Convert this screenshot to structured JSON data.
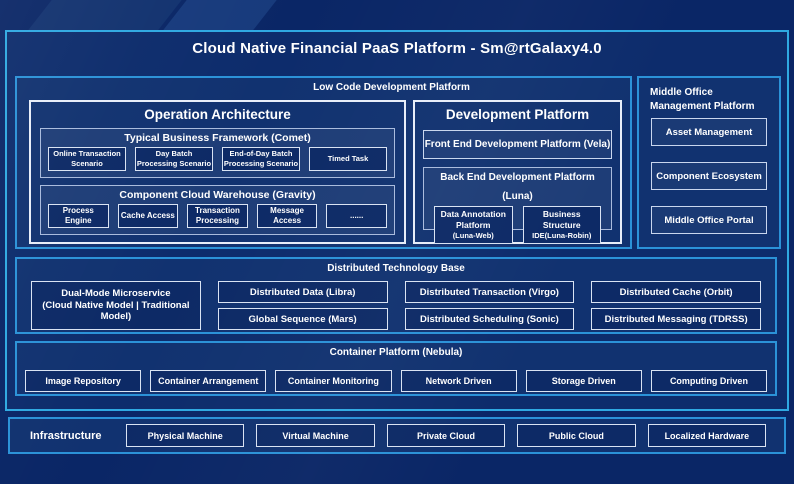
{
  "title": "Cloud Native Financial PaaS Platform - Sm@rtGalaxy4.0",
  "low_code_platform": {
    "label": "Low Code Development Platform",
    "operation_architecture": {
      "title": "Operation Architecture",
      "typical_business_framework": {
        "title": "Typical Business Framework (Comet)",
        "items": [
          "Online Transaction Scenario",
          "Day Batch Processing Scenario",
          "End-of-Day Batch Processing Scenario",
          "Timed Task"
        ]
      },
      "component_cloud_warehouse": {
        "title": "Component Cloud Warehouse (Gravity)",
        "items": [
          "Process Engine",
          "Cache Access",
          "Transaction Processing",
          "Message Access",
          "......"
        ]
      }
    },
    "development_platform": {
      "title": "Development Platform",
      "front_end": {
        "label": "Front End Development Platform (Vela)"
      },
      "back_end": {
        "title": "Back End Development Platform (Luna)",
        "items": [
          {
            "lines": [
              "Data Annotation",
              "Platform",
              "(Luna-Web)"
            ]
          },
          {
            "lines": [
              "Business",
              "Structure",
              "IDE(Luna-Robin)"
            ]
          }
        ]
      }
    }
  },
  "middle_office": {
    "title": "Middle Office Management Platform",
    "items": [
      "Asset Management",
      "Component Ecosystem",
      "Middle Office Portal"
    ]
  },
  "distributed_base": {
    "title": "Distributed Technology Base",
    "dual_mode": {
      "lines": [
        "Dual-Mode Microservice",
        "(Cloud Native Model | Traditional",
        "Model)"
      ]
    },
    "columns": [
      [
        "Distributed Data (Libra)",
        "Global Sequence (Mars)"
      ],
      [
        "Distributed Transaction (Virgo)",
        "Distributed Scheduling (Sonic)"
      ],
      [
        "Distributed Cache (Orbit)",
        "Distributed Messaging (TDRSS)"
      ]
    ]
  },
  "container_platform": {
    "title": "Container Platform (Nebula)",
    "items": [
      "Image Repository",
      "Container Arrangement",
      "Container Monitoring",
      "Network Driven",
      "Storage Driven",
      "Computing Driven"
    ]
  },
  "infrastructure": {
    "label": "Infrastructure",
    "items": [
      "Physical Machine",
      "Virtual Machine",
      "Private Cloud",
      "Public Cloud",
      "Localized Hardware"
    ]
  },
  "colors": {
    "page_background": "#0A2666",
    "outer_border": "#2FA9E2",
    "section_border": "#2B92D8",
    "panel_border": "#E8EEF9",
    "group_border": "#A9BBDD",
    "leaf_border": "#D9E3F3",
    "leaf_fill": "#0D2A66",
    "text": "#FFFFFF"
  }
}
